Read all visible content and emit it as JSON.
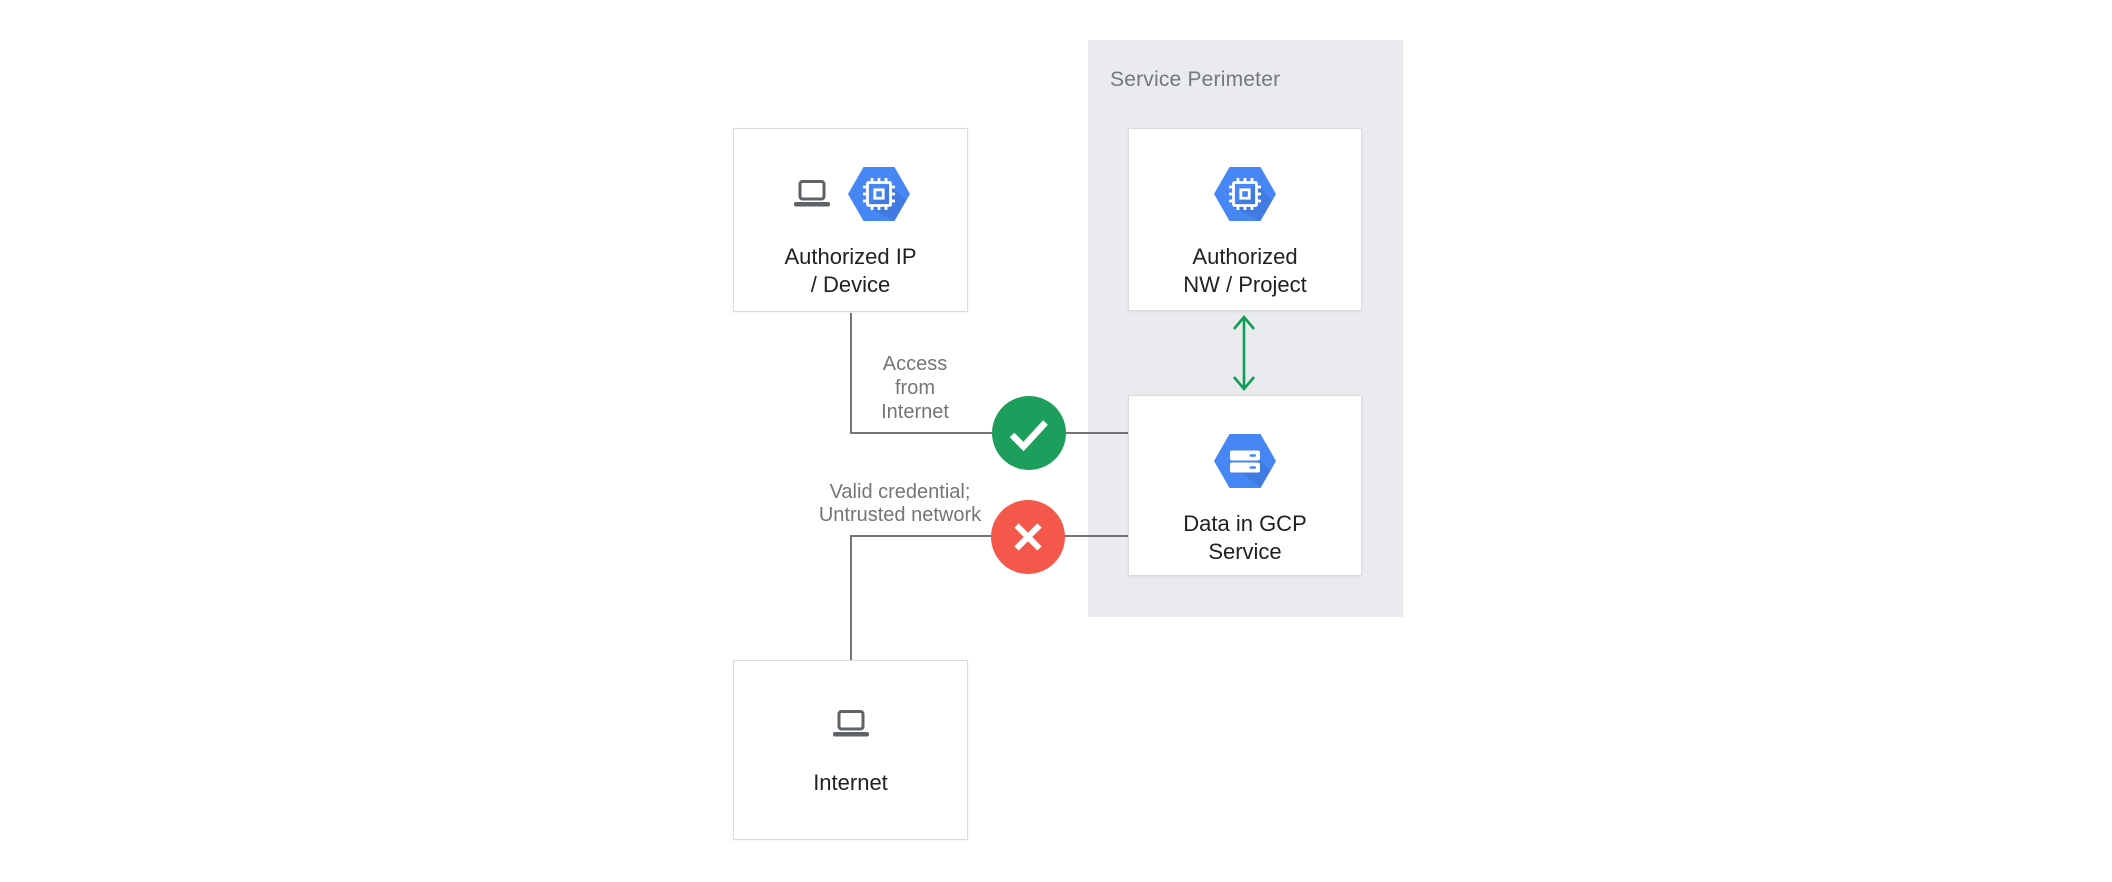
{
  "diagram": {
    "perimeter": {
      "label": "Service Perimeter",
      "bg_color": "#E9EBEE"
    },
    "nodes": {
      "auth_ip": {
        "label_line1": "Authorized IP",
        "label_line2": "/ Device",
        "icons": [
          "laptop-icon",
          "gcp-compute-hexagon-icon"
        ]
      },
      "auth_nw": {
        "label_line1": "Authorized",
        "label_line2": "NW / Project",
        "icons": [
          "gcp-compute-hexagon-icon"
        ]
      },
      "data_gcp": {
        "label_line1": "Data in GCP",
        "label_line2": "Service",
        "icons": [
          "gcp-storage-hexagon-icon"
        ]
      },
      "internet": {
        "label_line1": "Internet",
        "icons": [
          "laptop-icon"
        ]
      }
    },
    "edges": {
      "allowed": {
        "label_lines": [
          "Access",
          "from",
          "Internet"
        ],
        "badge": "check-badge",
        "status": "allowed"
      },
      "denied": {
        "label_lines": [
          "Valid credential;",
          "Untrusted network"
        ],
        "badge": "cross-badge",
        "status": "denied"
      },
      "perimeter_link": {
        "style": "double-headed-arrow",
        "color": "#0F9D58"
      }
    },
    "colors": {
      "allowed_green": "#1E9E5C",
      "denied_red": "#F4584A",
      "arrow_green": "#0F9D58",
      "hexagon_blue": "#4786F5",
      "line_gray": "#757575",
      "label_gray": "#75787C",
      "node_text": "#212121",
      "node_border": "#D9DBDE",
      "perimeter_bg": "#E9EBEE",
      "laptop_gray": "#5F6368"
    }
  }
}
